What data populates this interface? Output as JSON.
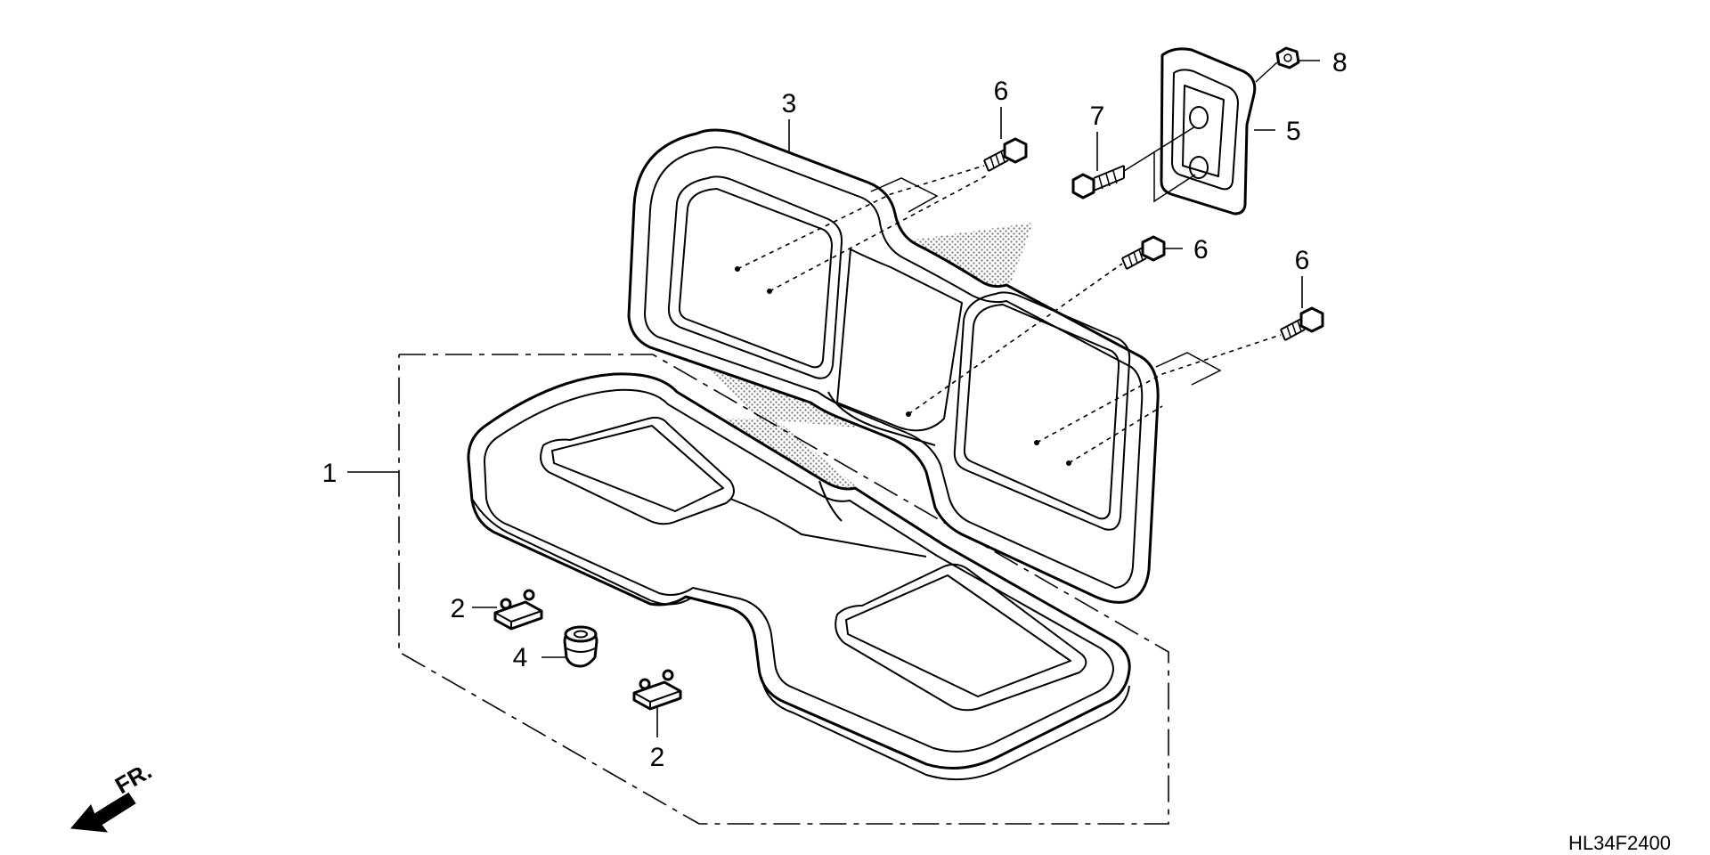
{
  "diagram_code": "HL34F2400",
  "direction_label": "FR.",
  "callouts": {
    "c1": "1",
    "c2a": "2",
    "c2b": "2",
    "c3": "3",
    "c4": "4",
    "c5": "5",
    "c6a": "6",
    "c6b": "6",
    "c6c": "6",
    "c7": "7",
    "c8": "8"
  }
}
